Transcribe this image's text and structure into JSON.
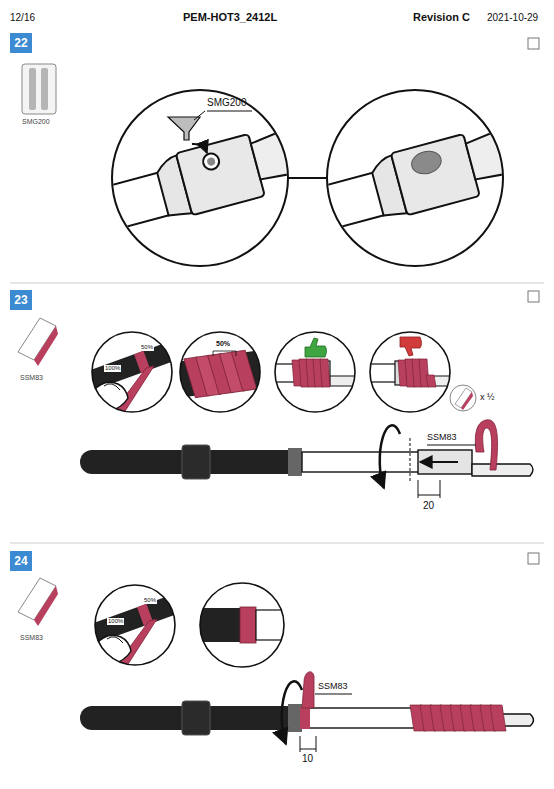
{
  "diagram": {
    "title": "PEM-HOT3_2412L",
    "nodes": [
      {
        "text": [
          "22"
        ]
      },
      {
        "text": [
          "23"
        ]
      },
      {
        "text": [
          "24"
        ]
      }
    ],
    "labels": [
      "12/16",
      "Revision C",
      "2021-10-29",
      "SMG200",
      "SMG200",
      "SSM83",
      "50%",
      "100%",
      "50%",
      "x ½",
      "SSM83",
      "20",
      "SSM83",
      "50%",
      "100%",
      "SSM83",
      "10"
    ]
  }
}
